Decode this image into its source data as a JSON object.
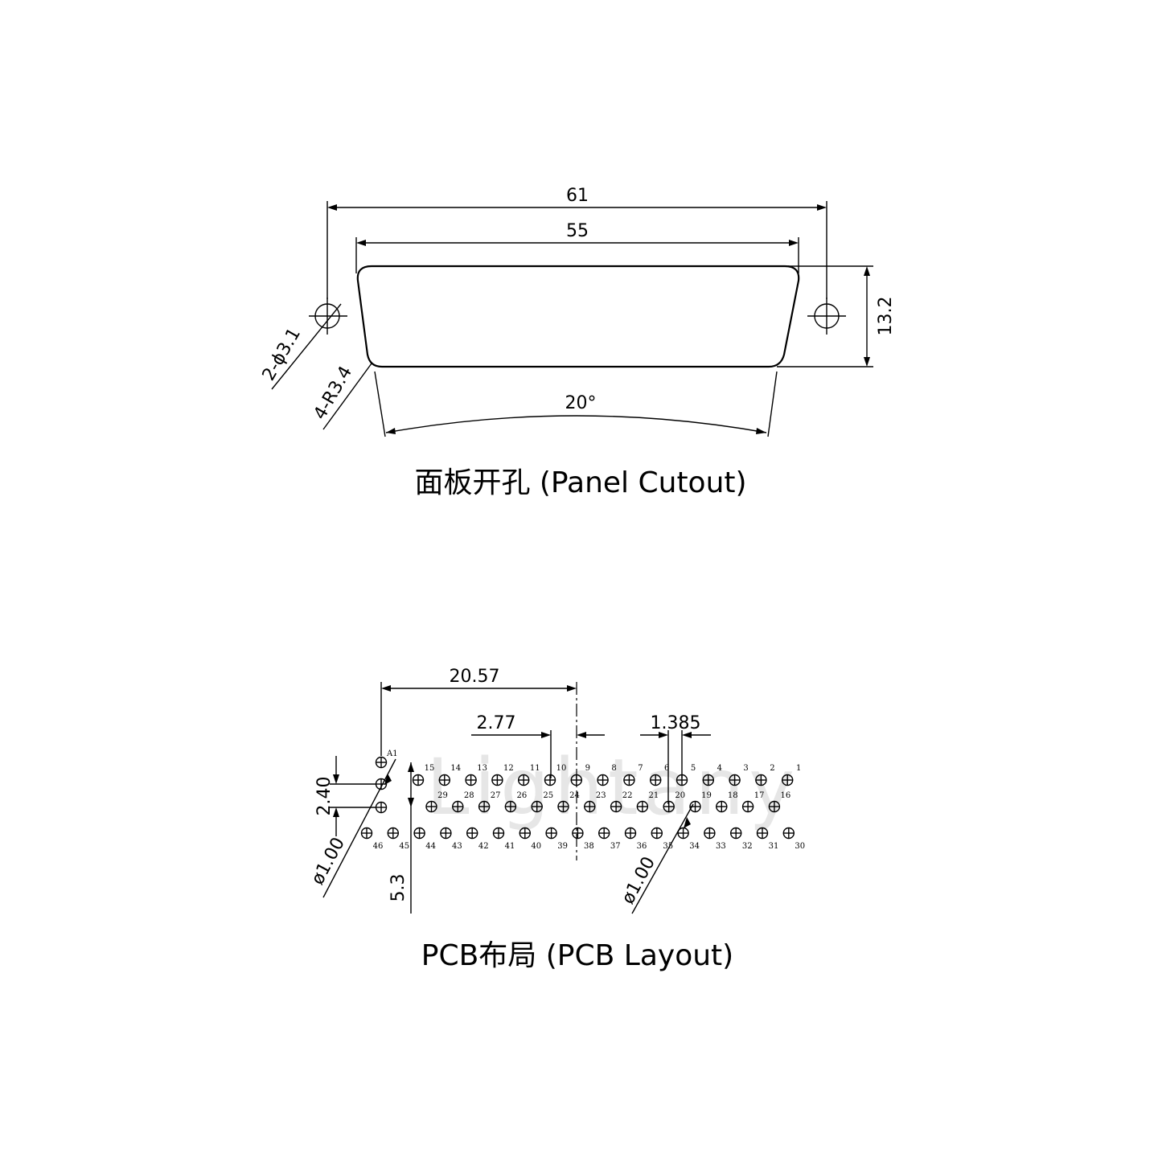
{
  "panel_cutout": {
    "dim_overall_width": "61",
    "dim_window_width": "55",
    "dim_height": "13.2",
    "dim_angle": "20°",
    "dim_mount_holes": "2-ϕ3.1",
    "dim_corner_radius": "4-R3.4",
    "caption": "面板开孔 (Panel Cutout)"
  },
  "pcb_layout": {
    "dim_first_pin_offset": "20.57",
    "dim_row_pitch": "2.77",
    "dim_half_pitch": "1.385",
    "dim_row_spacing": "2.40",
    "dim_row_offset": "5.3",
    "dim_hole_diameter_left": "ø1.00",
    "dim_hole_diameter_right": "ø1.00",
    "first_pin_label": "A1",
    "watermark": "Lightany",
    "row1_numbers": [
      "15",
      "14",
      "13",
      "12",
      "11",
      "10",
      "9",
      "8",
      "7",
      "6",
      "5",
      "4",
      "3",
      "2",
      "1"
    ],
    "row2_numbers": [
      "29",
      "28",
      "27",
      "26",
      "25",
      "24",
      "23",
      "22",
      "21",
      "20",
      "19",
      "18",
      "17",
      "16"
    ],
    "row3_numbers": [
      "46",
      "45",
      "44",
      "43",
      "42",
      "41",
      "40",
      "39",
      "38",
      "37",
      "36",
      "35",
      "34",
      "33",
      "32",
      "31",
      "30"
    ],
    "caption": "PCB布局 (PCB Layout)"
  }
}
